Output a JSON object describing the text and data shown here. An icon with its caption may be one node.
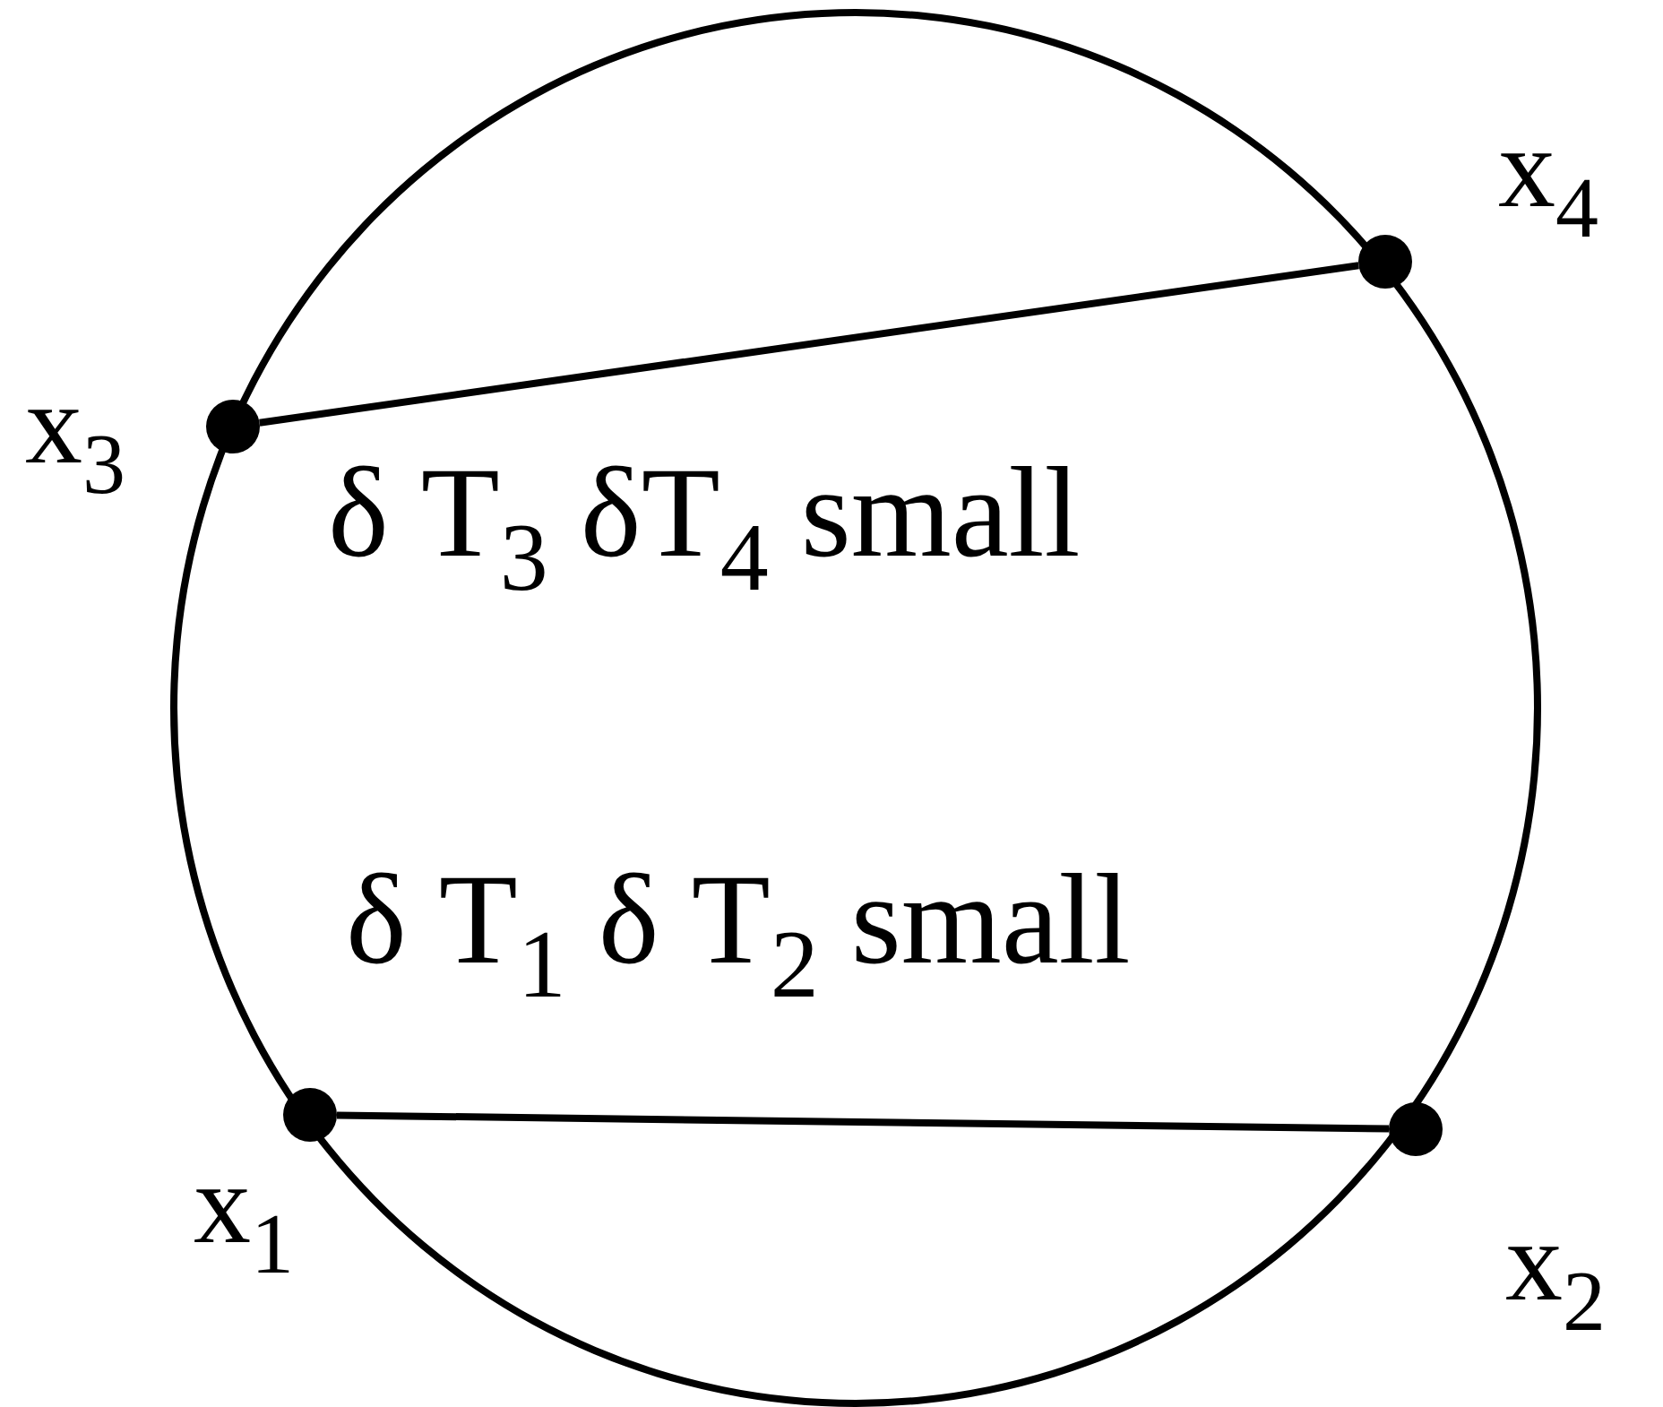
{
  "diagram": {
    "nodes": [
      {
        "text": [],
        "shape": "circle",
        "beside": [
          "x$_{4}$"
        ]
      },
      {
        "text": [],
        "shape": "circle",
        "beside": [
          "x$_{3}$"
        ]
      },
      {
        "text": [],
        "shape": "circle",
        "beside": [
          "x$_{1}$"
        ]
      },
      {
        "text": [],
        "shape": "circle",
        "beside": [
          "x$_{2}$"
        ]
      }
    ],
    "edges": [
      {
        "from": 1,
        "to": 0,
        "arrow": "none"
      },
      {
        "from": 2,
        "to": 3,
        "arrow": "none"
      }
    ],
    "labels": [
      "δ T$_{3}$ δT$_{4}$ small",
      "δ T$_{1}$ δ T$_{2}$ small"
    ]
  }
}
